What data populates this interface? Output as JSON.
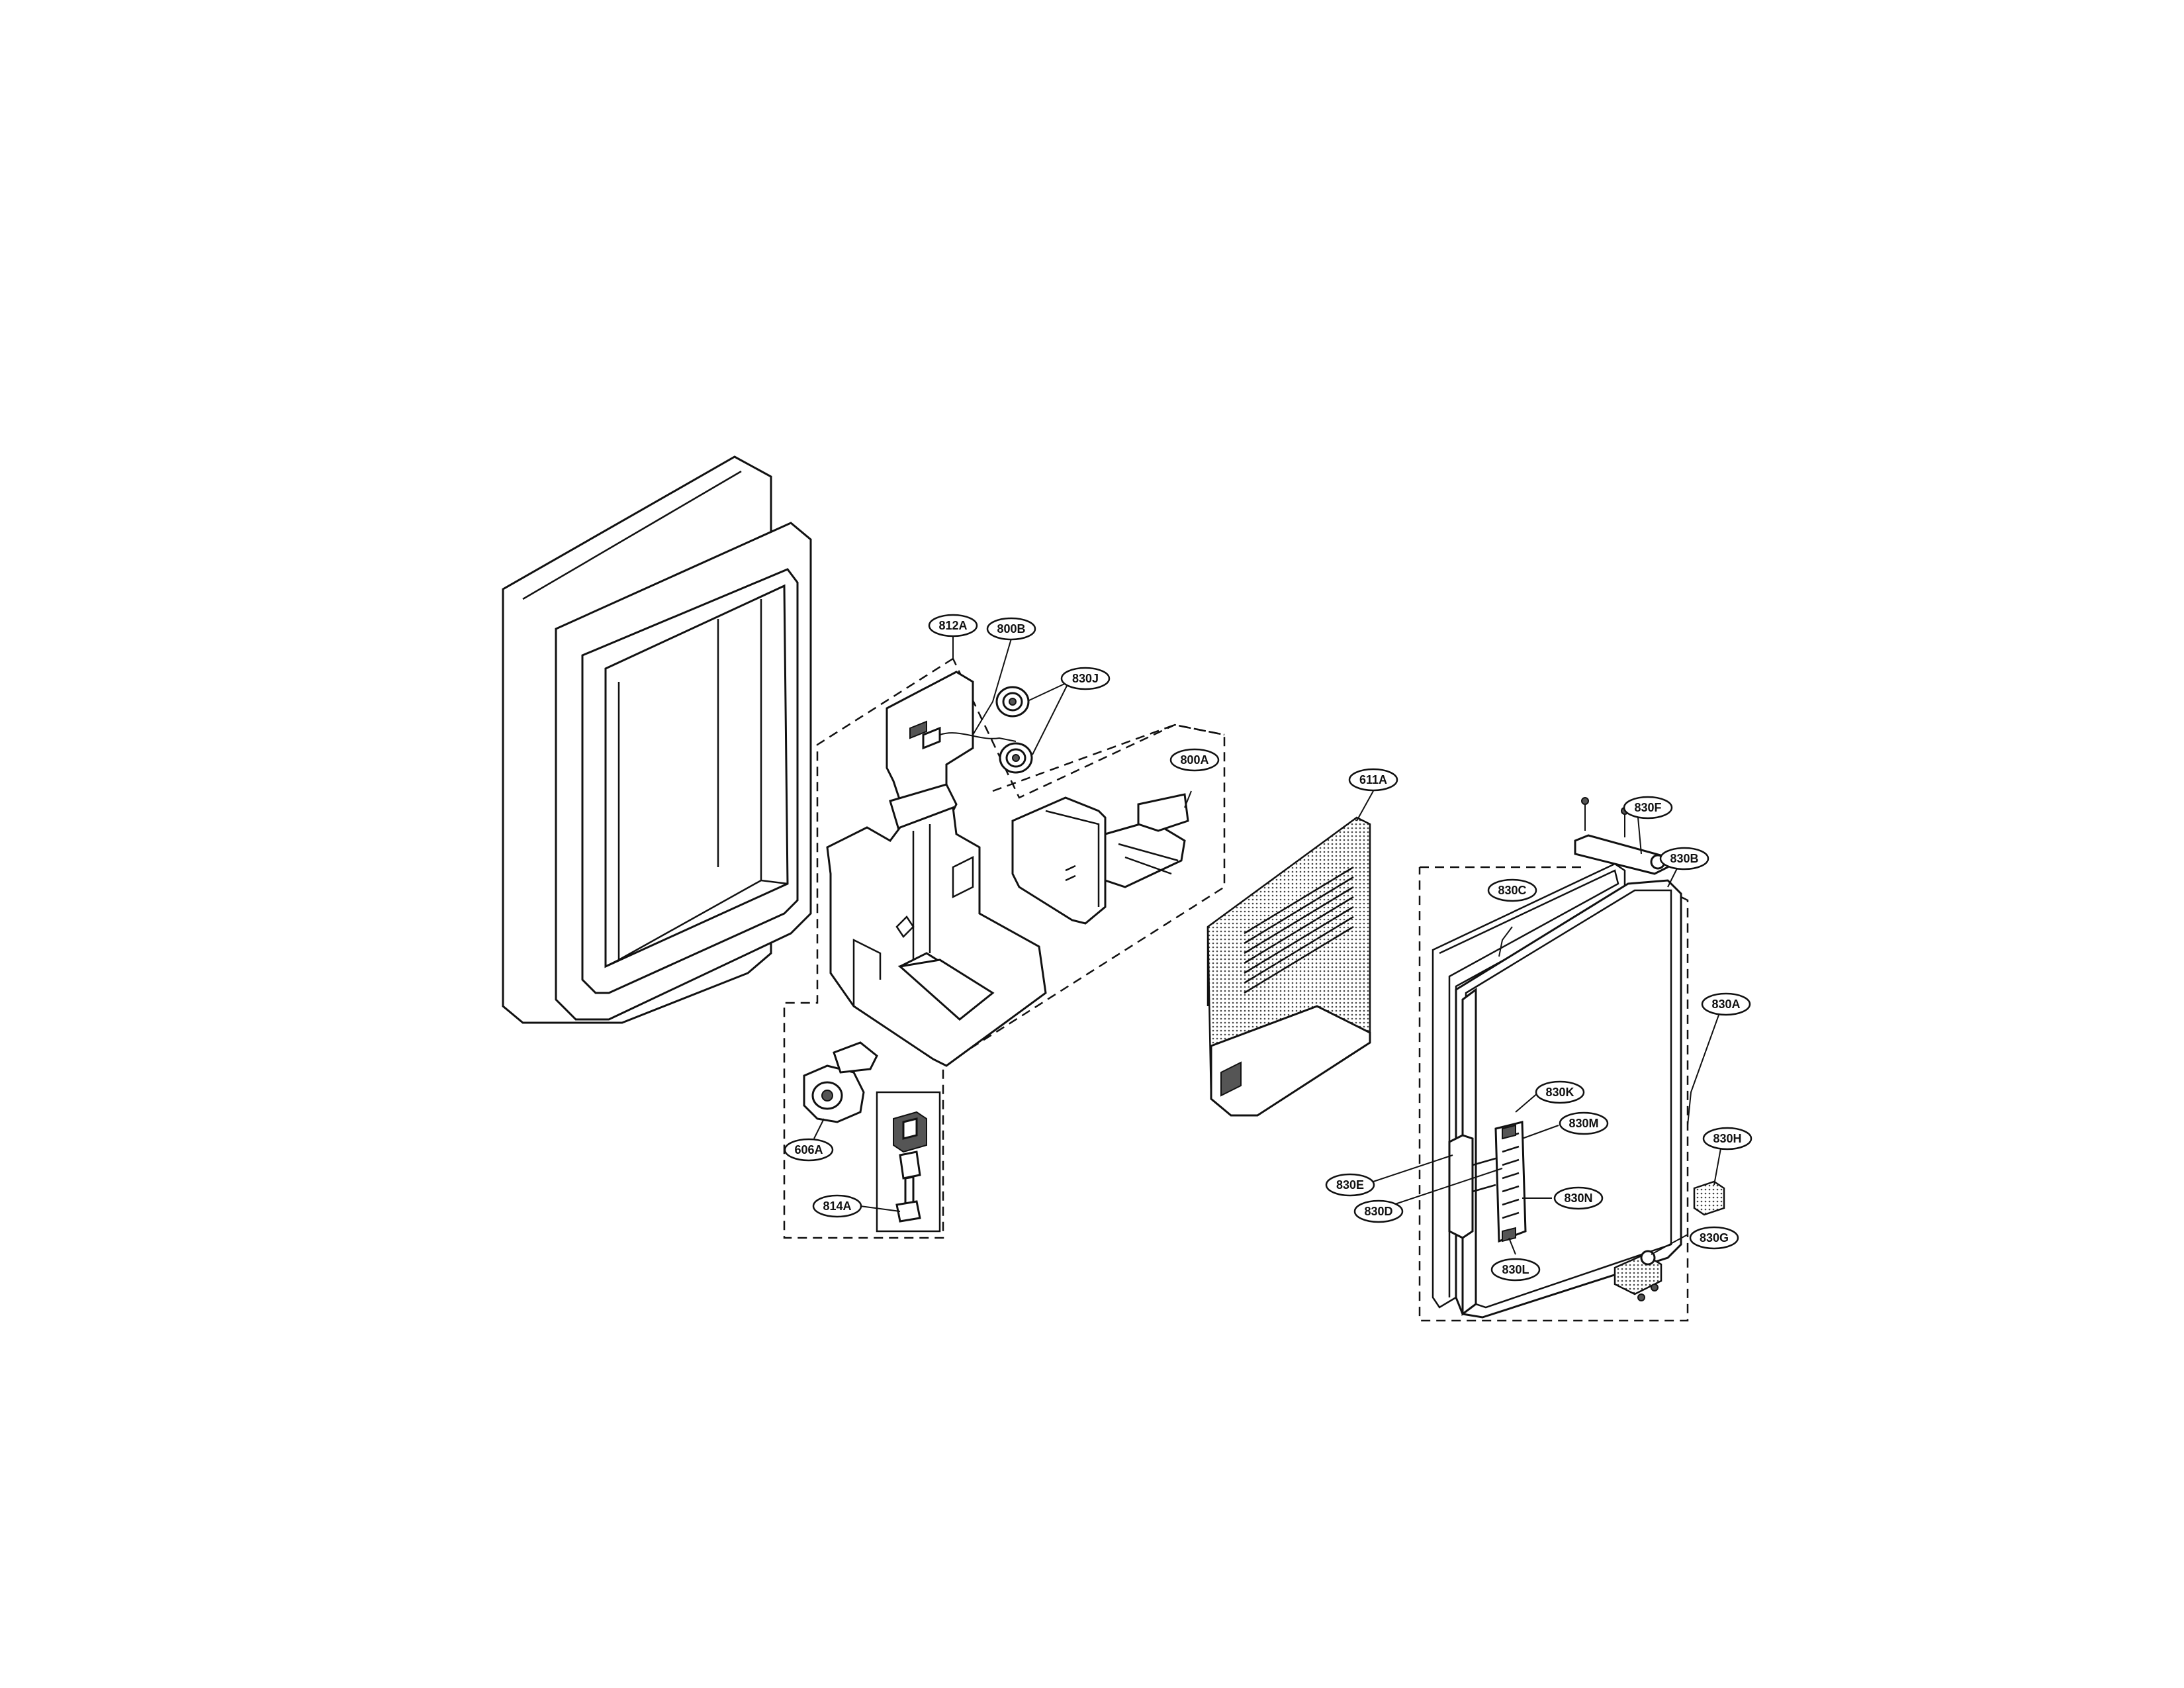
{
  "callouts": {
    "812A": "812A",
    "800B": "800B",
    "830J": "830J",
    "800A": "800A",
    "611A": "611A",
    "830F": "830F",
    "830B": "830B",
    "830C": "830C",
    "830A": "830A",
    "830K": "830K",
    "830M": "830M",
    "830E": "830E",
    "830D": "830D",
    "830N": "830N",
    "830L": "830L",
    "830H": "830H",
    "830G": "830G",
    "606A": "606A",
    "814A": "814A"
  }
}
